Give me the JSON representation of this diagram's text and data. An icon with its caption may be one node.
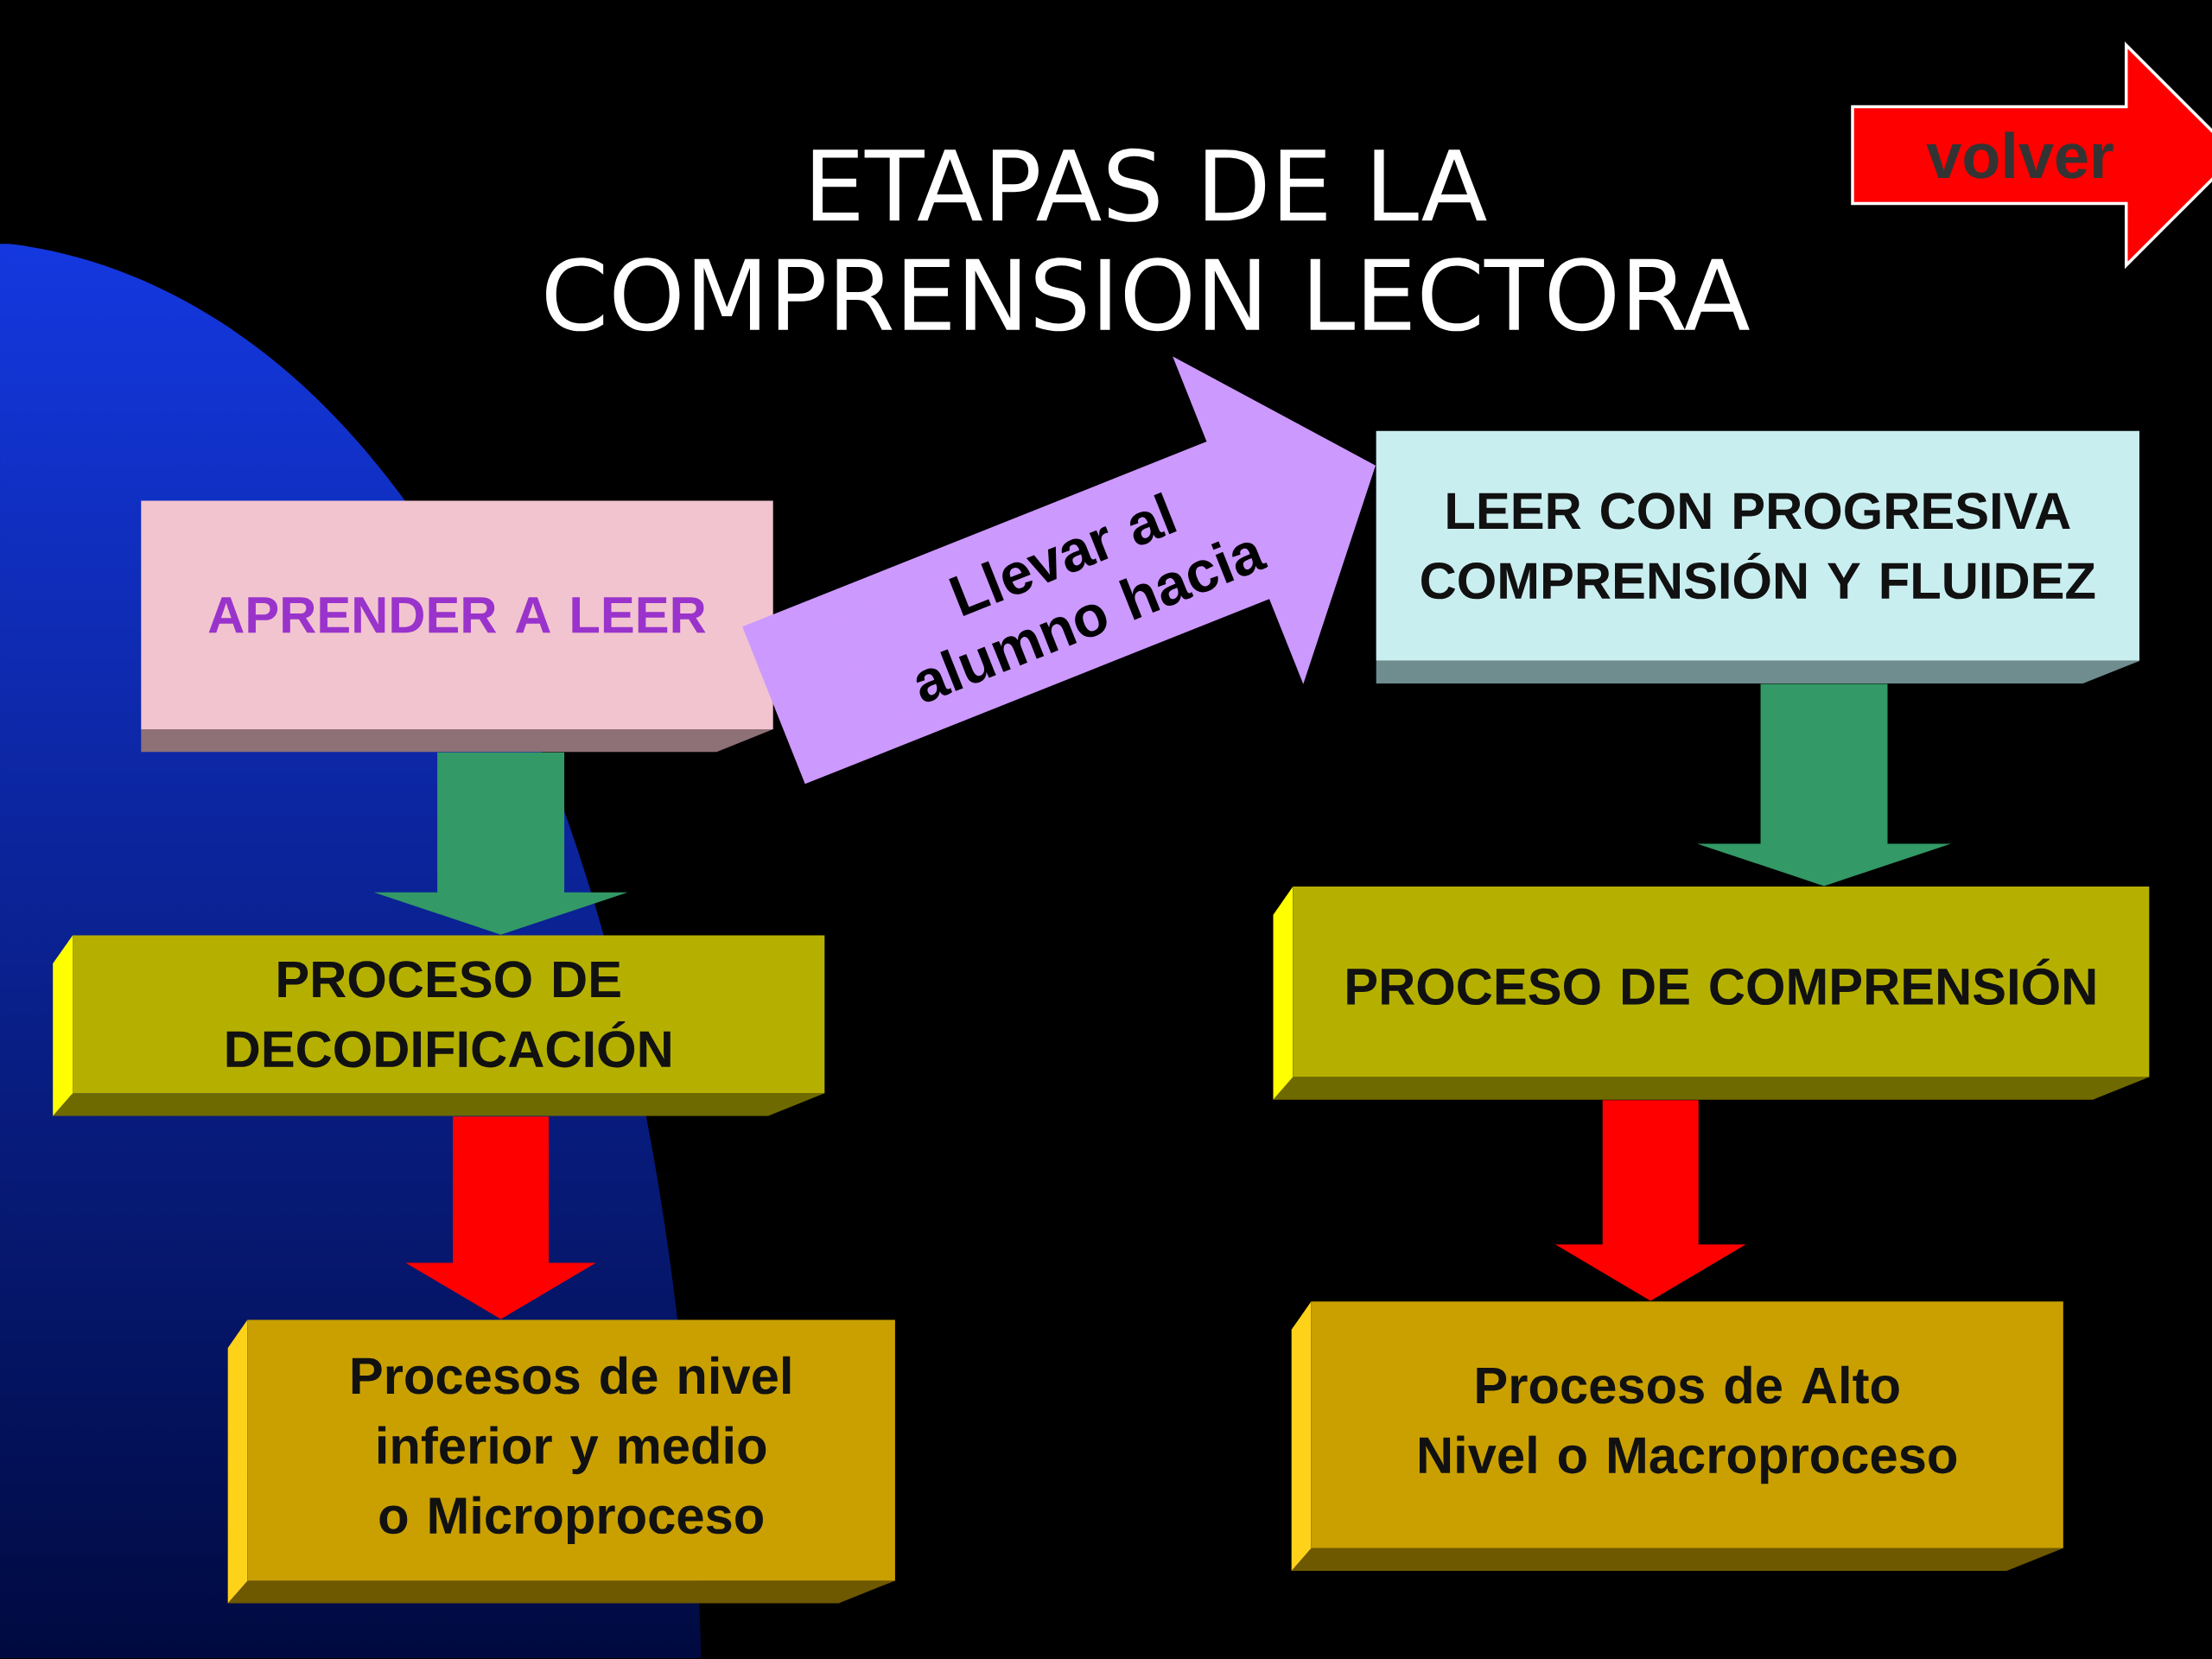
{
  "diagram": {
    "title": "ETAPAS DE LA COMPRENSION LECTORA",
    "nodes": [
      {
        "text": [
          "APRENDER A LEER"
        ]
      },
      {
        "text": [
          "LEER CON PROGRESIVA COMPRENSIÓN Y FLUIDEZ"
        ]
      },
      {
        "text": [
          "PROCESO DE DECODIFICACIÓN"
        ]
      },
      {
        "text": [
          "PROCESO DE COMPRENSIÓN"
        ]
      },
      {
        "text": [
          "Procesos de nivel inferior y medio o Microproceso"
        ]
      },
      {
        "text": [
          "Procesos de Alto Nivel o Macroproceso"
        ]
      },
      {
        "text": [
          "volver"
        ]
      }
    ],
    "edges": [
      {
        "from": 0,
        "to": 1,
        "arrow": "to",
        "label": "Llevar al alumno hacia",
        "color": "#cc99ff"
      },
      {
        "from": 0,
        "to": 2,
        "arrow": "to",
        "color": "#339966"
      },
      {
        "from": 1,
        "to": 3,
        "arrow": "to",
        "color": "#339966"
      },
      {
        "from": 2,
        "to": 4,
        "arrow": "to",
        "color": "#ff0000"
      },
      {
        "from": 3,
        "to": 5,
        "arrow": "to",
        "color": "#ff0000"
      }
    ]
  }
}
